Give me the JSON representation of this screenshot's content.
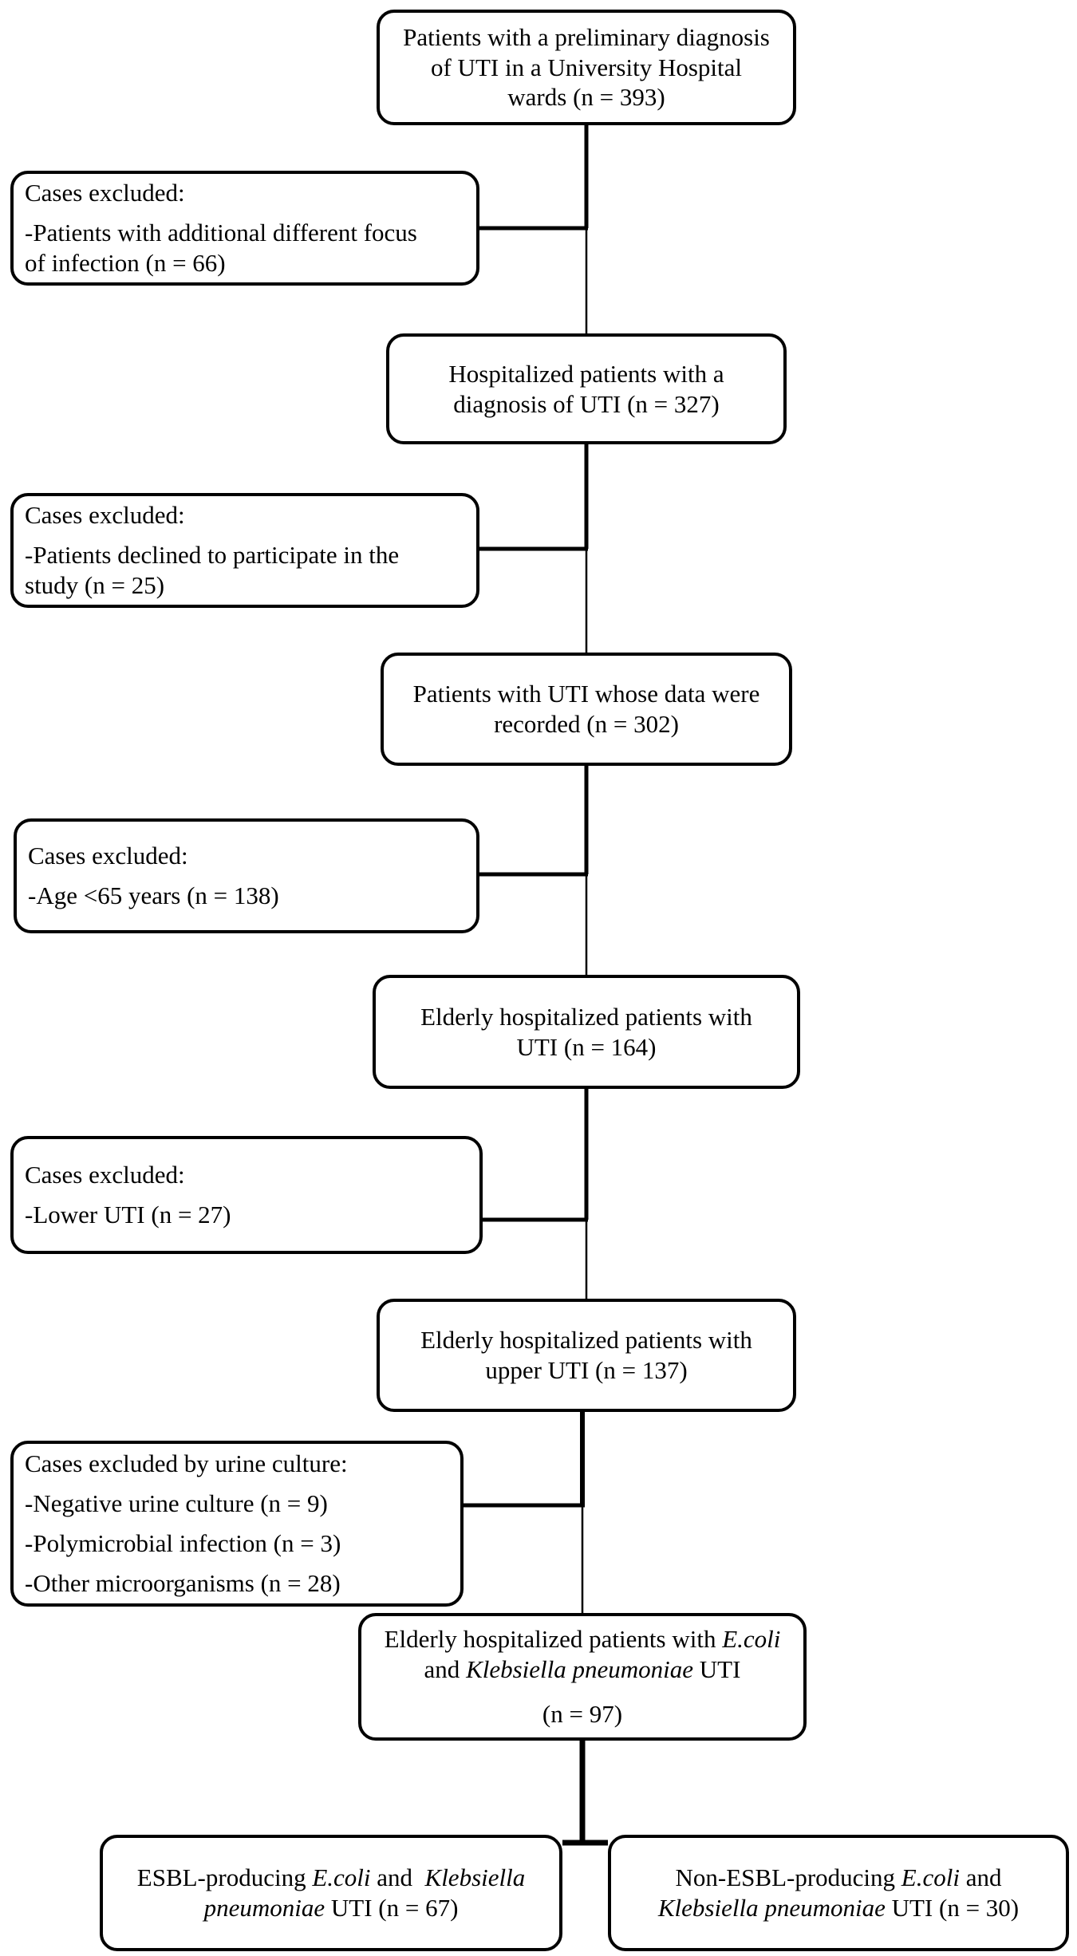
{
  "flowchart": {
    "main_steps": [
      {
        "lines": [
          "Patients with a preliminary diagnosis",
          "of UTI in a University Hospital",
          "wards (n = 393)"
        ]
      },
      {
        "lines": [
          "Hospitalized patients with a",
          "diagnosis of UTI (n = 327)"
        ]
      },
      {
        "lines": [
          "Patients with UTI  whose data were",
          "recorded (n = 302)"
        ]
      },
      {
        "lines": [
          "Elderly hospitalized patients with",
          "UTI (n = 164)"
        ]
      },
      {
        "lines": [
          "Elderly hospitalized patients with",
          "upper UTI (n = 137)"
        ]
      },
      {
        "line1_prefix": "Elderly hospitalized patients with ",
        "line1_italic": "E.coli",
        "line2_prefix": "and ",
        "line2_italic": "Klebsiella pneumoniae",
        "line2_suffix": " UTI",
        "line3": "(n = 97)"
      }
    ],
    "exclusions": [
      {
        "title": "Cases excluded:",
        "lines": [
          "-Patients with additional different focus",
          "of infection (n = 66)"
        ]
      },
      {
        "title": "Cases excluded:",
        "lines": [
          "-Patients declined to participate in the",
          "study (n = 25)"
        ]
      },
      {
        "title": "Cases excluded:",
        "lines": [
          "-Age <65 years (n = 138)"
        ]
      },
      {
        "title": "Cases excluded:",
        "lines": [
          "-Lower UTI (n = 27)"
        ]
      },
      {
        "title": "Cases excluded by urine culture:",
        "lines": [
          "-Negative urine culture (n = 9)",
          "-Polymicrobial infection (n = 3)",
          "-Other microorganisms (n = 28)"
        ]
      }
    ],
    "outcomes": [
      {
        "line1_prefix": "ESBL-producing ",
        "line1_italic_a": "E.coli",
        "line1_mid": " and  ",
        "line1_italic_b": "Klebsiella",
        "line2_italic": "pneumoniae",
        "line2_suffix": " UTI (n = 67)"
      },
      {
        "line1_prefix": "Non-ESBL-producing ",
        "line1_italic": "E.coli",
        "line1_suffix": " and",
        "line2_italic": "Klebsiella pneumoniae",
        "line2_suffix": " UTI (n = 30)"
      }
    ]
  }
}
